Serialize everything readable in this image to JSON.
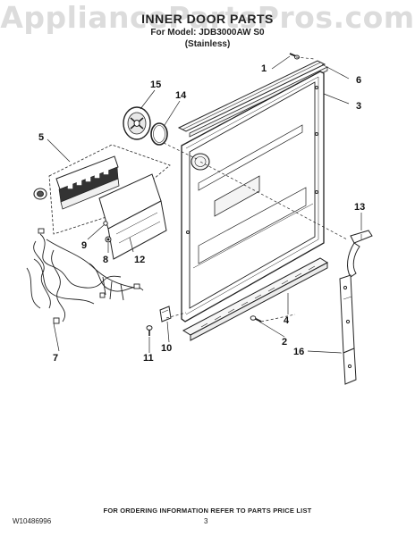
{
  "watermark": "AppliancePartsPros.com",
  "header": {
    "title": "INNER DOOR PARTS",
    "model_line": "For Model: JDB3000AW S0",
    "finish": "(Stainless)"
  },
  "callouts": [
    "1",
    "2",
    "3",
    "4",
    "5",
    "6",
    "7",
    "8",
    "9",
    "10",
    "11",
    "12",
    "13",
    "14",
    "15",
    "16"
  ],
  "footer": {
    "order_info": "FOR ORDERING INFORMATION REFER TO PARTS PRICE LIST",
    "doc_number": "W10486996",
    "page_number": "3"
  }
}
